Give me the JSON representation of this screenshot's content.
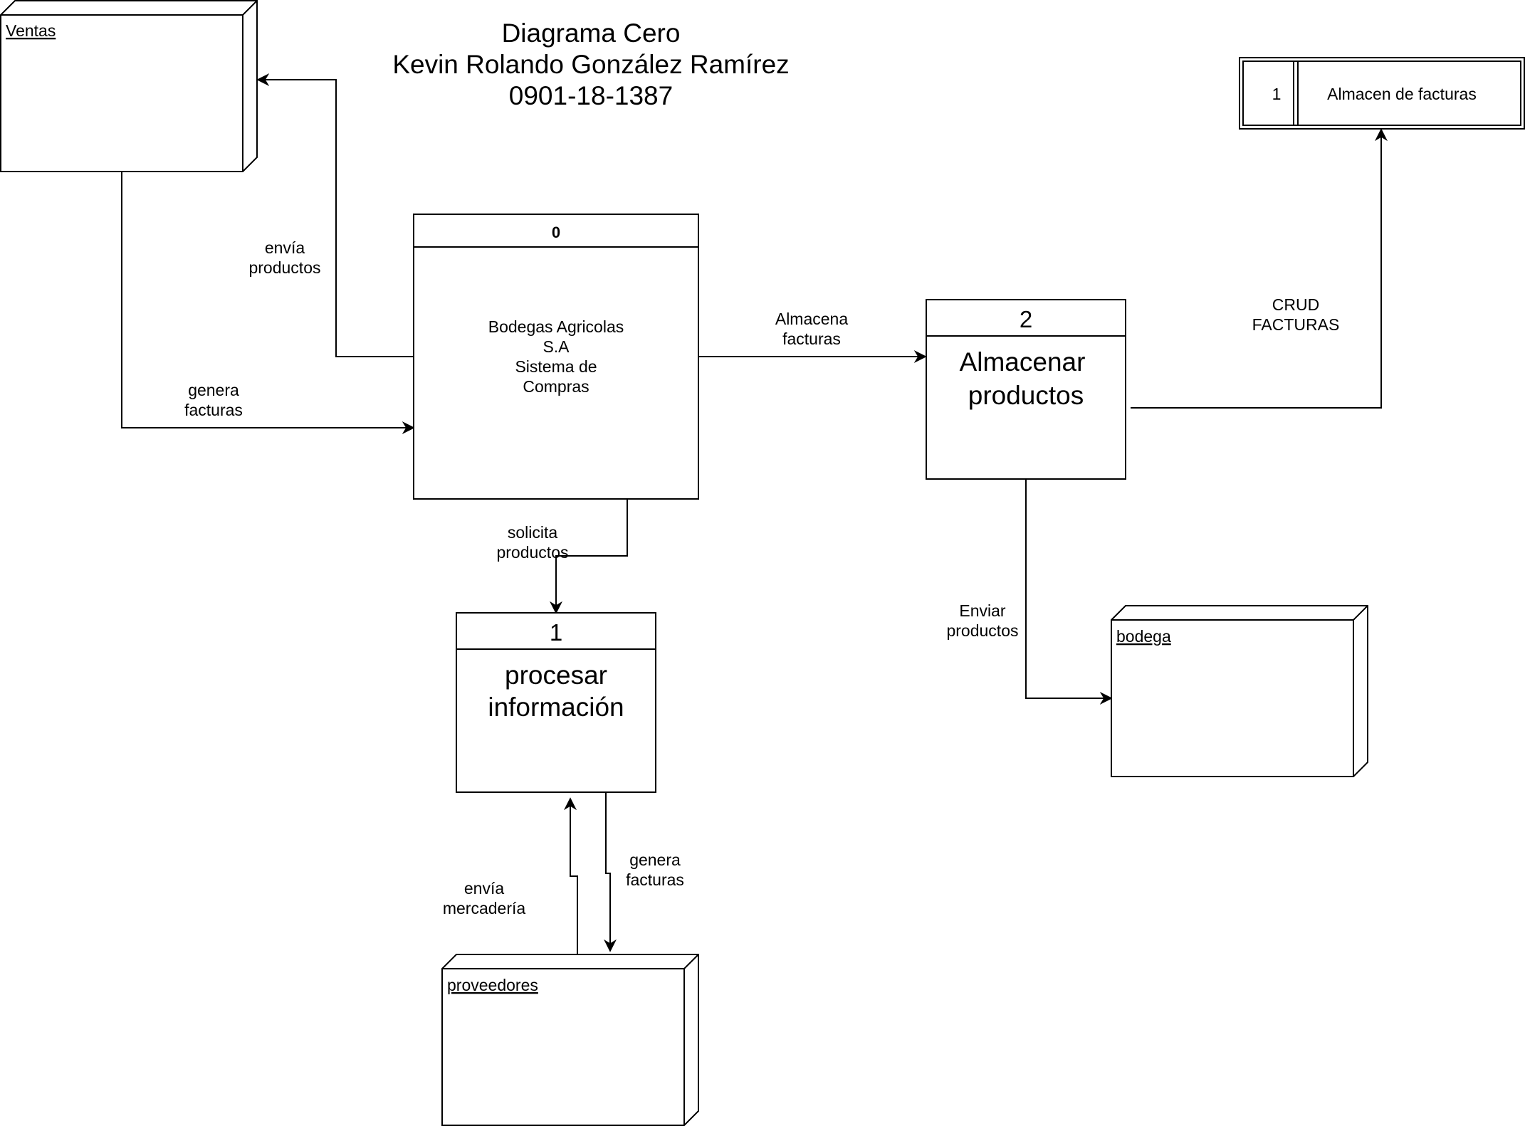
{
  "title": {
    "line1": "Diagrama Cero",
    "line2": "Kevin Rolando González Ramírez",
    "line3": "0901-18-1387"
  },
  "entities": {
    "ventas": "Ventas",
    "bodega": "bodega",
    "proveedores": "proveedores"
  },
  "process0": {
    "number": "0",
    "lines": [
      "Bodegas Agricolas",
      "S.A",
      "Sistema de",
      "Compras"
    ]
  },
  "process1": {
    "number": "1",
    "lines": [
      "procesar",
      "información"
    ]
  },
  "process2": {
    "number": "2",
    "lines": [
      "Almacenar",
      "productos"
    ]
  },
  "datastore": {
    "id": "1",
    "name": "Almacen de facturas"
  },
  "flows": {
    "envia_productos": [
      "envía",
      "productos"
    ],
    "genera_facturas_ventas": [
      "genera",
      "facturas"
    ],
    "almacena_facturas": [
      "Almacena",
      "facturas"
    ],
    "crud_facturas": [
      "CRUD",
      "FACTURAS"
    ],
    "solicita_productos": [
      "solicita",
      "productos"
    ],
    "enviar_productos": [
      "Enviar",
      "productos"
    ],
    "envia_mercaderia": [
      "envía",
      "mercadería"
    ],
    "genera_facturas_proveedores": [
      "genera",
      "facturas"
    ]
  }
}
